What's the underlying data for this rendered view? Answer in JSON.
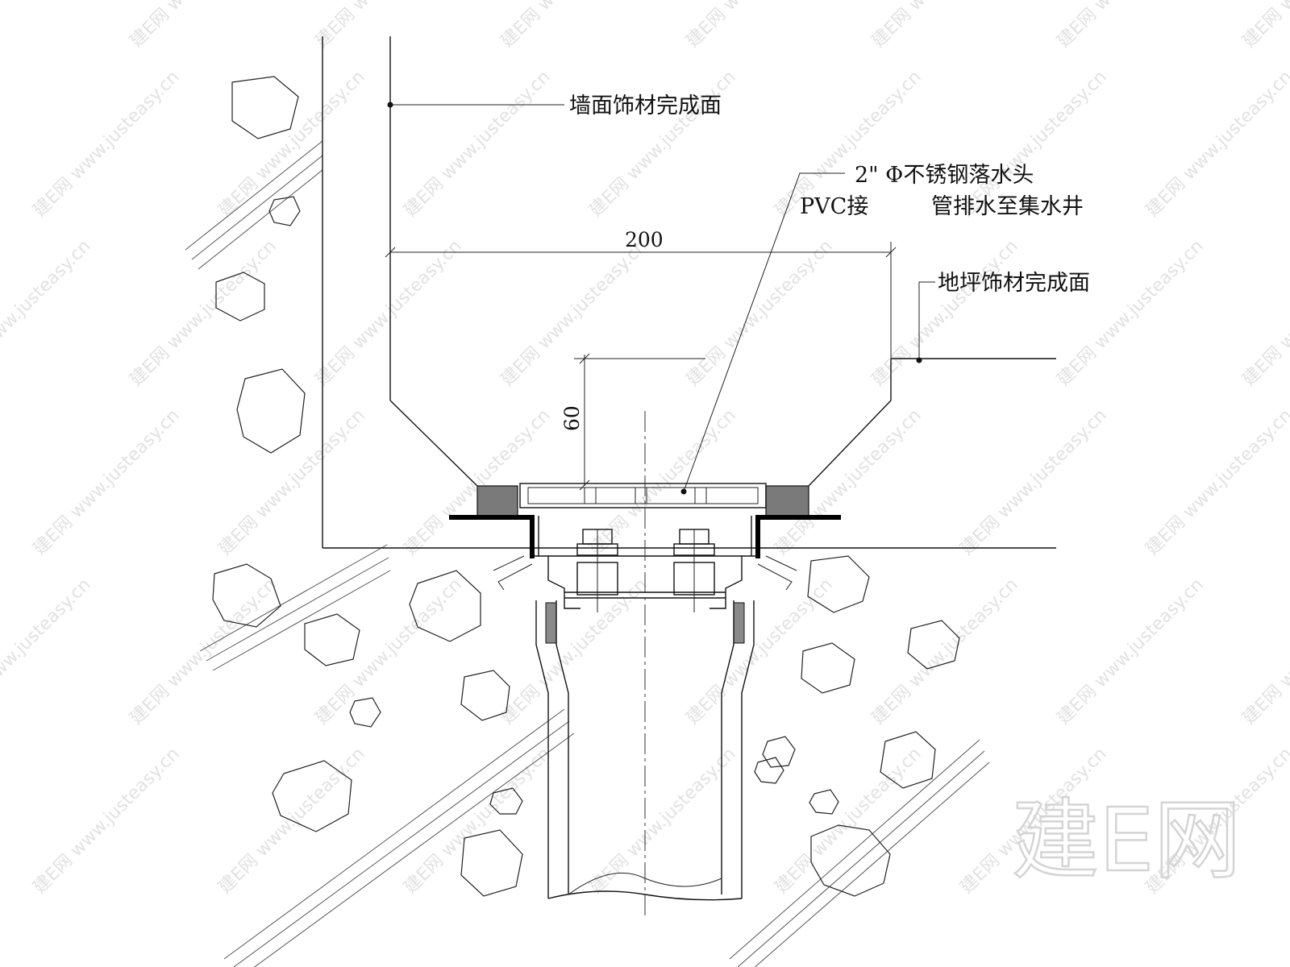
{
  "labels": {
    "wall_finish": "墙面饰材完成面",
    "drain_head": "2\" Φ不锈钢落水头",
    "pvc_joint": "PVC接",
    "drain_pipe": "管排水至集水井",
    "floor_finish": "地坪饰材完成面"
  },
  "dimensions": {
    "width": "200",
    "depth": "60"
  },
  "watermark": {
    "text": "建E网 www.justeasy.cn",
    "logo": "建E网"
  }
}
